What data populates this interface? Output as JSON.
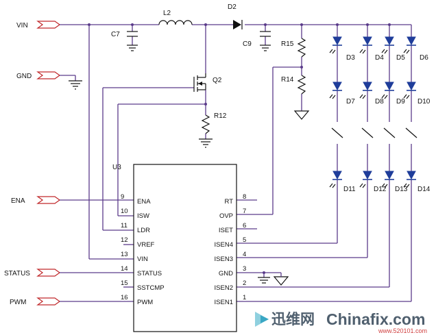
{
  "ports": {
    "vin": "VIN",
    "gnd": "GND",
    "ena": "ENA",
    "status": "STATUS",
    "pwm": "PWM"
  },
  "components": {
    "l2": "L2",
    "d2": "D2",
    "c7": "C7",
    "c9": "C9",
    "r15": "R15",
    "r14": "R14",
    "q2": "Q2",
    "r12": "R12",
    "u3": "U3"
  },
  "ic_pins_left": [
    {
      "num": "9",
      "name": "ENA"
    },
    {
      "num": "10",
      "name": "ISW"
    },
    {
      "num": "11",
      "name": "LDR"
    },
    {
      "num": "12",
      "name": "VREF"
    },
    {
      "num": "13",
      "name": "VIN"
    },
    {
      "num": "14",
      "name": "STATUS"
    },
    {
      "num": "15",
      "name": "SSTCMP"
    },
    {
      "num": "16",
      "name": "PWM"
    }
  ],
  "ic_pins_right": [
    {
      "num": "8",
      "name": "RT"
    },
    {
      "num": "7",
      "name": "OVP"
    },
    {
      "num": "6",
      "name": "ISET"
    },
    {
      "num": "5",
      "name": "ISEN4"
    },
    {
      "num": "4",
      "name": "ISEN3"
    },
    {
      "num": "3",
      "name": "GND"
    },
    {
      "num": "2",
      "name": "ISEN2"
    },
    {
      "num": "1",
      "name": "ISEN1"
    }
  ],
  "leds": {
    "row1": [
      "D3",
      "D4",
      "D5",
      "D6"
    ],
    "row2": [
      "D7",
      "D8",
      "D9",
      "D10"
    ],
    "row3": [
      "D11",
      "D12",
      "D13",
      "D14"
    ]
  },
  "watermark": {
    "brand_cn": "迅维网",
    "brand_en": "Chinafix.com",
    "url": "www.520101.com"
  },
  "colors": {
    "wire": "#5a3a8a",
    "port_outline": "#c0282a",
    "led": "#1f3d9a",
    "watermark_text": "#4f5f6e"
  }
}
